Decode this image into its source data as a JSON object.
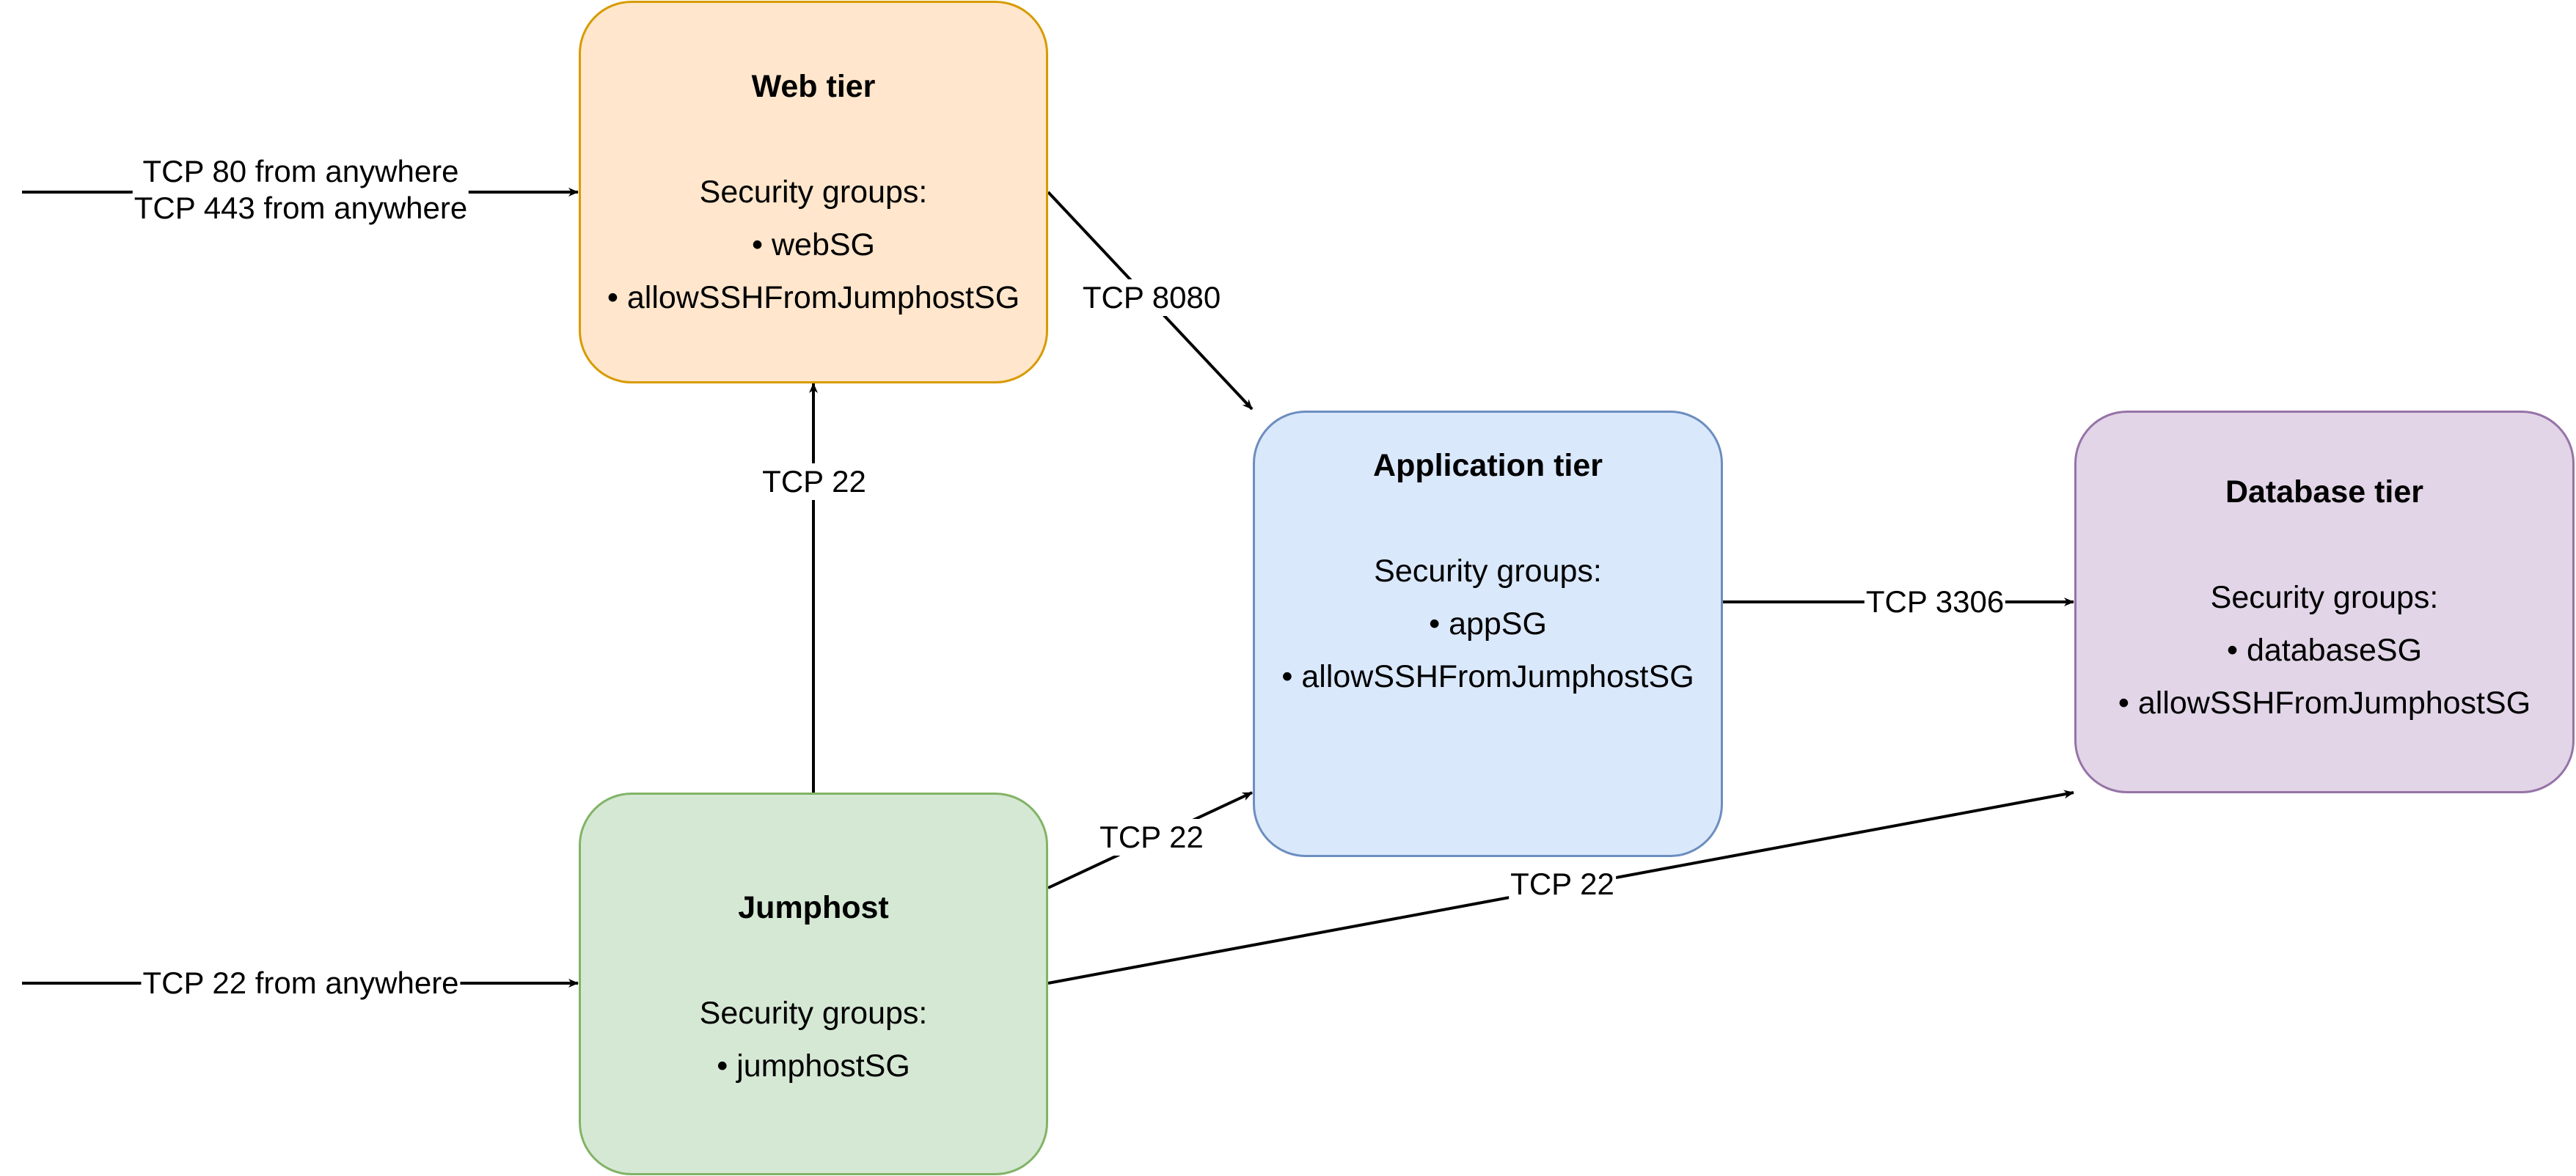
{
  "colors": {
    "web_fill": "#ffe6cc",
    "web_stroke": "#d79b00",
    "app_fill": "#dae8fc",
    "app_stroke": "#6c8ebf",
    "db_fill": "#e1d5e7",
    "db_stroke": "#9673a6",
    "jump_fill": "#d5e8d4",
    "jump_stroke": "#82b366",
    "edge": "#000000"
  },
  "nodes": {
    "web": {
      "title": "Web tier",
      "sg_heading": "Security groups:",
      "sg_items": [
        "• webSG",
        "• allowSSHFromJumphostSG"
      ]
    },
    "app": {
      "title": "Application tier",
      "sg_heading": "Security groups:",
      "sg_items": [
        "• appSG",
        "• allowSSHFromJumphostSG"
      ]
    },
    "db": {
      "title": "Database tier",
      "sg_heading": "Security groups:",
      "sg_items": [
        "• databaseSG",
        "• allowSSHFromJumphostSG"
      ]
    },
    "jump": {
      "title": "Jumphost",
      "sg_heading": "Security groups:",
      "sg_items": [
        "• jumphostSG"
      ]
    }
  },
  "edges": {
    "web_ingress": [
      "TCP 80 from anywhere",
      "TCP 443 from anywhere"
    ],
    "jump_ingress": "TCP 22 from anywhere",
    "web_to_app": "TCP 8080",
    "app_to_db": "TCP 3306",
    "jump_to_web": "TCP 22",
    "jump_to_app": "TCP 22",
    "jump_to_db": "TCP 22"
  }
}
